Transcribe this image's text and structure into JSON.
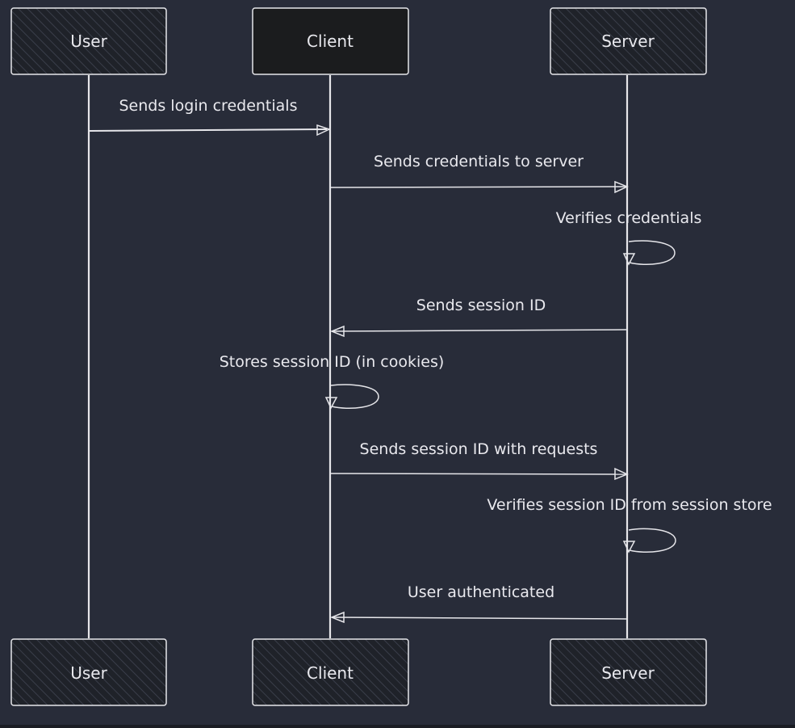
{
  "diagram": {
    "colors": {
      "background": "#282c39",
      "stroke": "#e6e6ea",
      "box_fill_hatched": "#1f2229",
      "box_fill_solid": "#1b1c1e",
      "text": "#e9e9ee"
    },
    "actors": [
      {
        "id": "user",
        "label": "User",
        "style": "hatched"
      },
      {
        "id": "client",
        "label": "Client",
        "style": "solid"
      },
      {
        "id": "server",
        "label": "Server",
        "style": "hatched"
      }
    ],
    "bottom_actors": [
      {
        "id": "user",
        "label": "User"
      },
      {
        "id": "client",
        "label": "Client"
      },
      {
        "id": "server",
        "label": "Server"
      }
    ],
    "messages": [
      {
        "from": "user",
        "to": "client",
        "label": "Sends login credentials"
      },
      {
        "from": "client",
        "to": "server",
        "label": "Sends credentials to server"
      },
      {
        "from": "server",
        "to": "server",
        "label": "Verifies credentials"
      },
      {
        "from": "server",
        "to": "client",
        "label": "Sends session ID"
      },
      {
        "from": "client",
        "to": "client",
        "label": "Stores session ID (in cookies)"
      },
      {
        "from": "client",
        "to": "server",
        "label": "Sends session ID with requests"
      },
      {
        "from": "server",
        "to": "server",
        "label": "Verifies session ID from session store"
      },
      {
        "from": "server",
        "to": "client",
        "label": "User authenticated"
      }
    ]
  }
}
